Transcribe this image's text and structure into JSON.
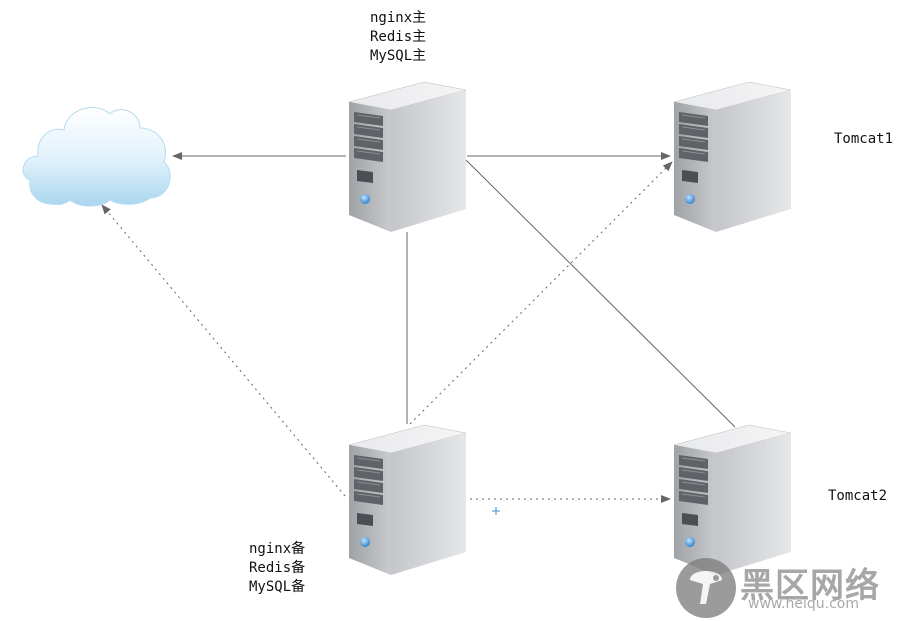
{
  "nodes": {
    "master": {
      "lines": [
        "nginx主",
        "Redis主",
        "MySQL主"
      ]
    },
    "backup": {
      "lines": [
        "nginx备",
        "Redis备",
        "MySQL备"
      ]
    },
    "tomcat1": {
      "label": "Tomcat1"
    },
    "tomcat2": {
      "label": "Tomcat2"
    }
  },
  "icons": {
    "cloud": "cloud-icon",
    "server": "server-icon"
  },
  "colors": {
    "line": "#666666",
    "server_body": "#b9bbbf",
    "server_side": "#d6d7da",
    "cloud": "#cfe9f7",
    "power": "#3a8fd8"
  },
  "watermark": {
    "main": "黑区网络",
    "sub": "www.heiqu.com"
  }
}
